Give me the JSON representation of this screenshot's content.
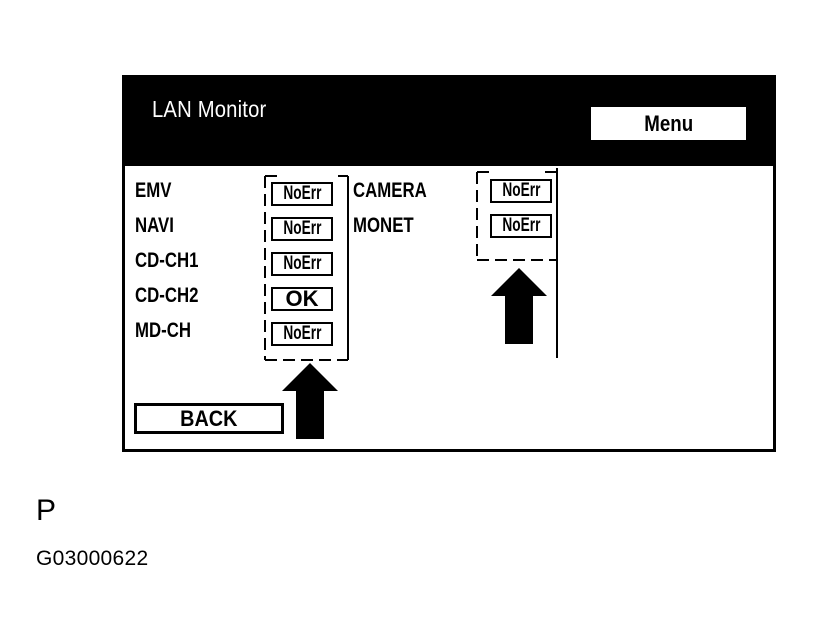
{
  "screen": {
    "title": "LAN Monitor",
    "menu_label": "Menu",
    "back_label": "BACK"
  },
  "left_devices": [
    {
      "name": "EMV",
      "status": "NoErr"
    },
    {
      "name": "NAVI",
      "status": "NoErr"
    },
    {
      "name": "CD-CH1",
      "status": "NoErr"
    },
    {
      "name": "CD-CH2",
      "status": "OK"
    },
    {
      "name": "MD-CH",
      "status": "NoErr"
    }
  ],
  "right_devices": [
    {
      "name": "CAMERA",
      "status": "NoErr"
    },
    {
      "name": "MONET",
      "status": "NoErr"
    }
  ],
  "footer": {
    "letter": "P",
    "code": "G03000622"
  }
}
